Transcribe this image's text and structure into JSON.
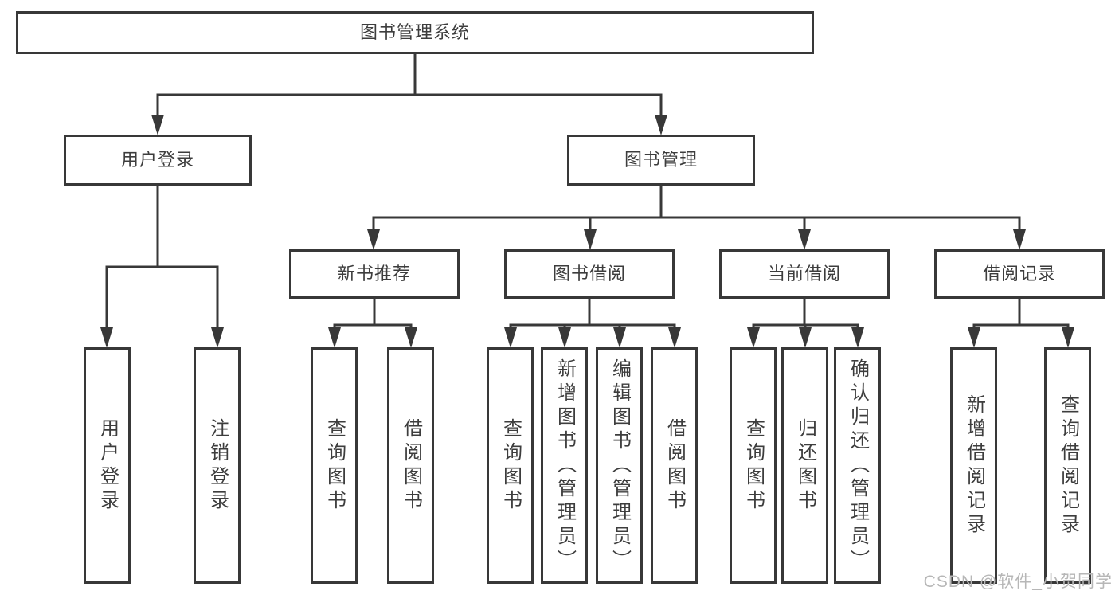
{
  "diagram": {
    "title": "图书管理系统",
    "watermark": "CSDN @软件_小贺同学",
    "colors": {
      "line": "#383838",
      "text": "#3d3d3d",
      "watermark": "#b7b7b7",
      "background": "#ffffff"
    },
    "level2": [
      {
        "label": "用户登录"
      },
      {
        "label": "图书管理"
      }
    ],
    "level3": [
      {
        "label": "新书推荐"
      },
      {
        "label": "图书借阅"
      },
      {
        "label": "当前借阅"
      },
      {
        "label": "借阅记录"
      }
    ],
    "leaves": {
      "user_login": [
        {
          "label": "用户登录"
        },
        {
          "label": "注销登录"
        }
      ],
      "new_books": [
        {
          "label": "查询图书"
        },
        {
          "label": "借阅图书"
        }
      ],
      "book_borrow": [
        {
          "label": "查询图书"
        },
        {
          "label": "新增图书（管理员）"
        },
        {
          "label": "编辑图书（管理员）"
        },
        {
          "label": "借阅图书"
        }
      ],
      "current_borrow": [
        {
          "label": "查询图书"
        },
        {
          "label": "归还图书"
        },
        {
          "label": "确认归还（管理员）"
        }
      ],
      "borrow_records": [
        {
          "label": "新增借阅记录"
        },
        {
          "label": "查询借阅记录"
        }
      ]
    }
  }
}
